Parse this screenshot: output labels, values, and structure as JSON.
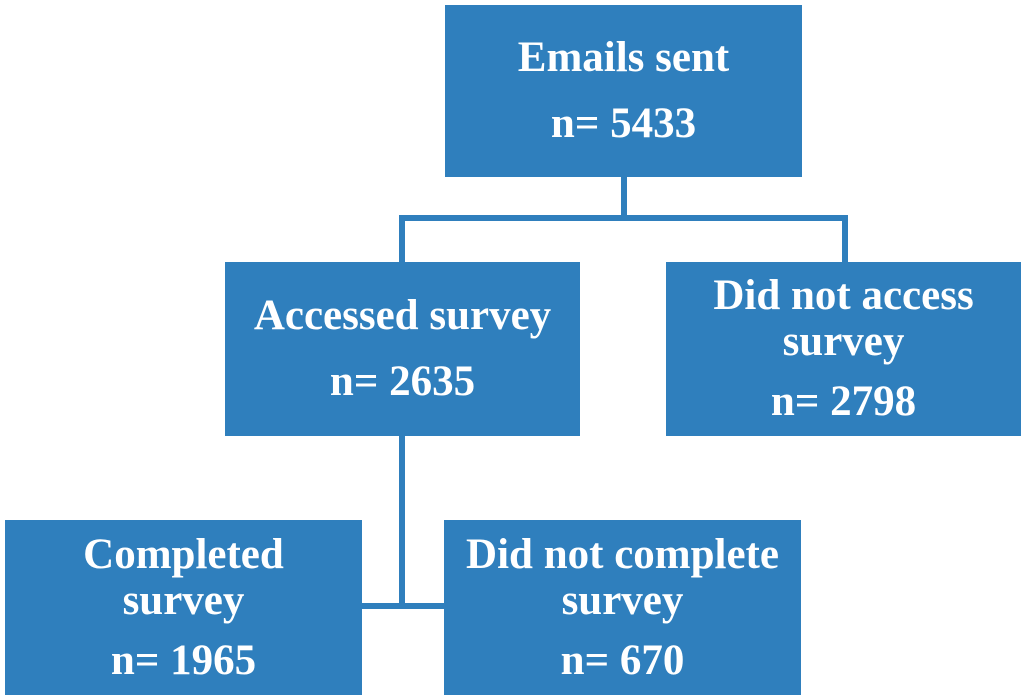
{
  "nodes": {
    "emails_sent": {
      "label": "Emails sent",
      "count": "n= 5433"
    },
    "accessed": {
      "label": "Accessed survey",
      "count": "n= 2635"
    },
    "not_accessed": {
      "label_line1": "Did not access",
      "label_line2": "survey",
      "count": "n= 2798"
    },
    "completed": {
      "label_line1": "Completed",
      "label_line2": "survey",
      "count": "n= 1965"
    },
    "not_completed": {
      "label_line1": "Did not complete",
      "label_line2": "survey",
      "count": "n= 670"
    }
  },
  "colors": {
    "box_fill": "#2f7fbd",
    "connector": "#2f7fbd",
    "text": "#ffffff"
  }
}
